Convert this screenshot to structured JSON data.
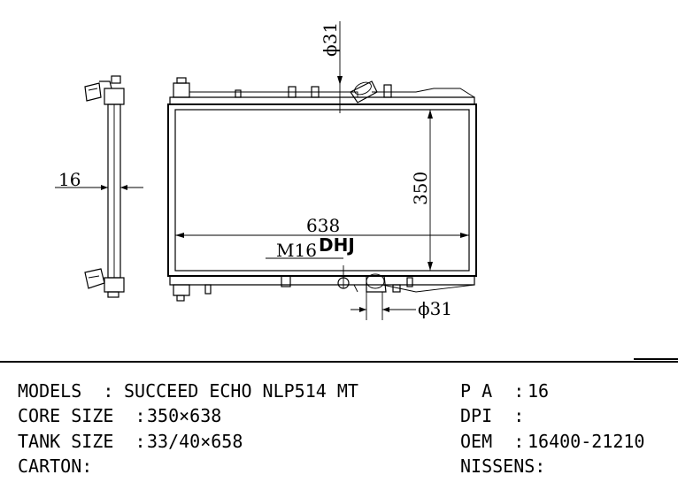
{
  "drawing": {
    "dim_pipe_top": "ϕ31",
    "dim_pipe_bottom": "ϕ31",
    "dim_thickness": "16",
    "dim_width": "638",
    "dim_height": "350",
    "dim_drain": "M16",
    "brand": "DHJ"
  },
  "specs": {
    "models_label": "MODELS  :",
    "models_value": "SUCCEED ECHO NLP514 MT",
    "core_label": "CORE SIZE  :",
    "core_value": "350×638",
    "tank_label": "TANK SIZE  :",
    "tank_value": "33/40×658",
    "carton_label": "CARTON:",
    "pa_label": "P A  :",
    "pa_value": "16",
    "dpi_label": "DPI  :",
    "oem_label": "OEM  :",
    "oem_value": "16400-21210",
    "nissens_label": "NISSENS:"
  }
}
